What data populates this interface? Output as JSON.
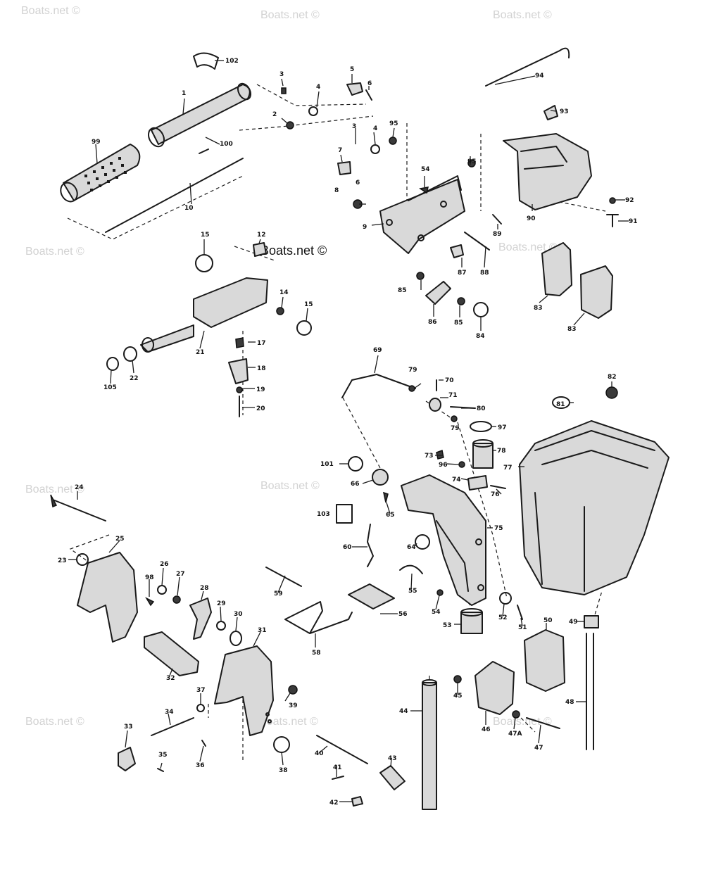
{
  "watermarks": {
    "faint": "Boats.net ©",
    "strong": "Boats.net ©"
  },
  "callouts": {
    "c1": "1",
    "c2": "2",
    "c3": "3",
    "c4": "4",
    "c5": "5",
    "c6": "6",
    "c7": "7",
    "c8": "8",
    "c9": "9",
    "c10": "10",
    "c12": "12",
    "c14": "14",
    "c15": "15",
    "c17": "17",
    "c18": "18",
    "c19": "19",
    "c20": "20",
    "c21": "21",
    "c22": "22",
    "c23": "23",
    "c24": "24",
    "c25": "25",
    "c26": "26",
    "c27": "27",
    "c28": "28",
    "c29": "29",
    "c30": "30",
    "c31": "31",
    "c32": "32",
    "c33": "33",
    "c34": "34",
    "c35": "35",
    "c36": "36",
    "c37": "37",
    "c38": "38",
    "c39": "39",
    "c40": "40",
    "c41": "41",
    "c42": "42",
    "c43": "43",
    "c44": "44",
    "c45": "45",
    "c46": "46",
    "c47": "47",
    "c47a": "47A",
    "c48": "48",
    "c49": "49",
    "c50": "50",
    "c51": "51",
    "c52": "52",
    "c53": "53",
    "c54": "54",
    "c55": "55",
    "c56": "56",
    "c58": "58",
    "c59": "59",
    "c60": "60",
    "c64": "64",
    "c65": "65",
    "c66": "66",
    "c69": "69",
    "c70": "70",
    "c71": "71",
    "c73": "73",
    "c74": "74",
    "c75": "75",
    "c76": "76",
    "c77": "77",
    "c78": "78",
    "c79": "79",
    "c80": "80",
    "c81": "81",
    "c82": "82",
    "c83": "83",
    "c84": "84",
    "c85": "85",
    "c86": "86",
    "c87": "87",
    "c88": "88",
    "c89": "89",
    "c90": "90",
    "c91": "91",
    "c92": "92",
    "c93": "93",
    "c94": "94",
    "c95": "95",
    "c96": "96",
    "c97": "97",
    "c98": "98",
    "c99": "99",
    "c100": "100",
    "c101": "101",
    "c102": "102",
    "c103": "103",
    "c105": "105"
  }
}
